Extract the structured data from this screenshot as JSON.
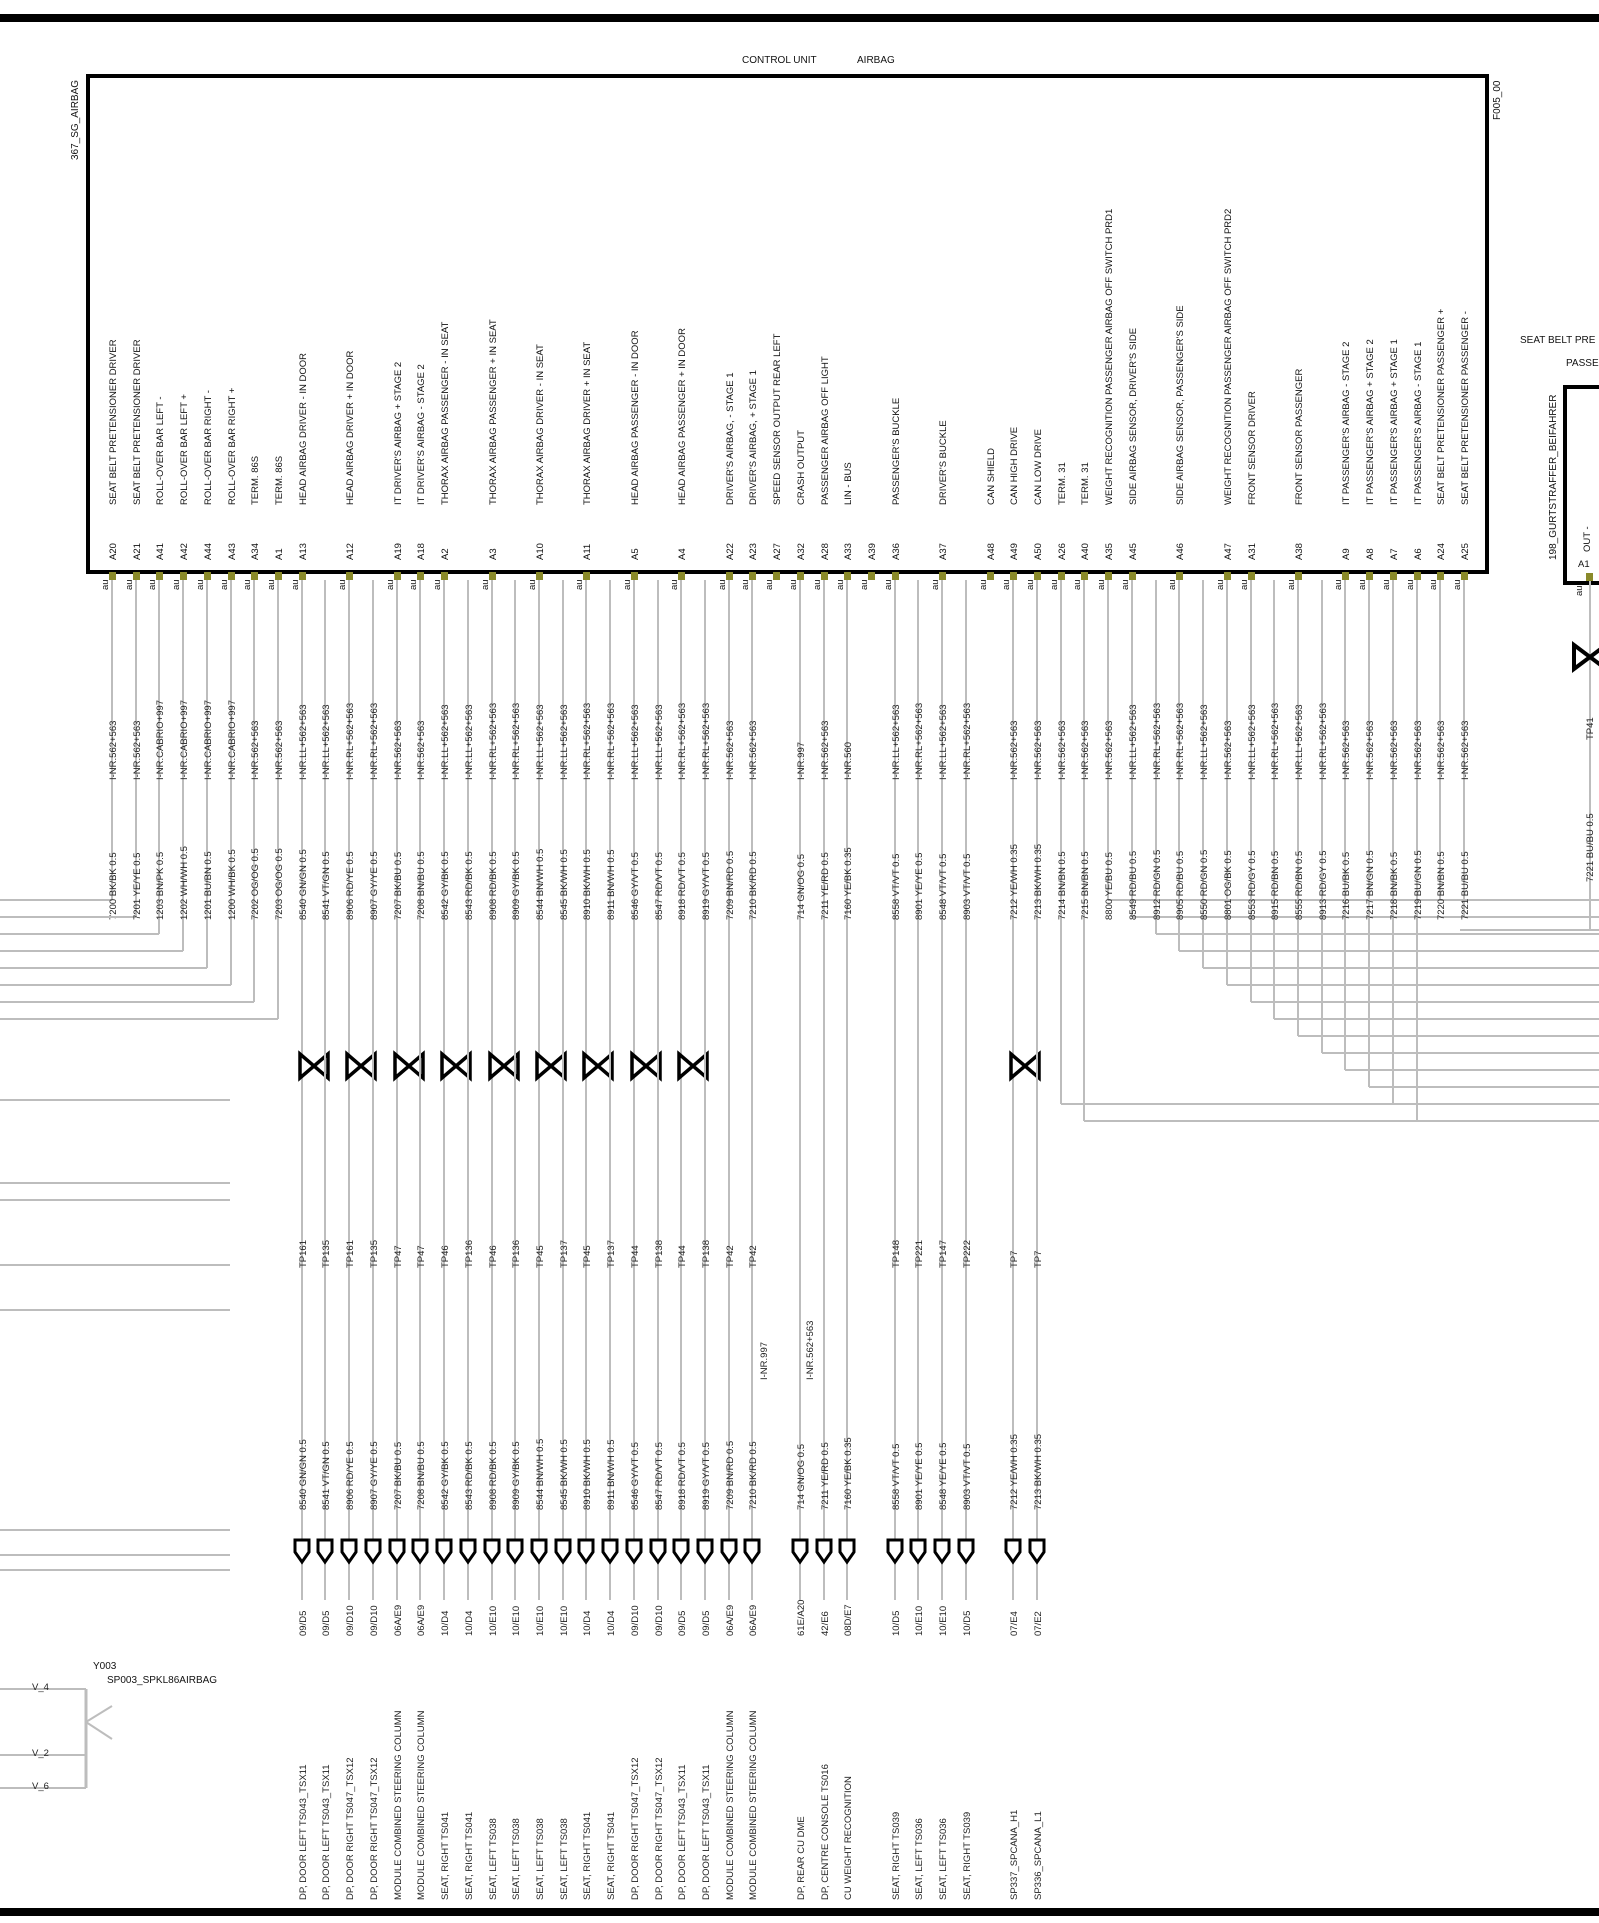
{
  "header": {
    "title": "CONTROL UNIT",
    "subtitle": "AIRBAG",
    "component_id": "367_SG_AIRBAG",
    "sheet_id": "F005_00"
  },
  "right_component": {
    "title_line1": "SEAT BELT PRE",
    "title_line2": "PASSE",
    "id": "198_GURTSTRAFFER_BEIFAHRER",
    "pin_label": "OUT  -",
    "pin": "A1",
    "wire": "7221 BU/BU 0.5",
    "tp": "TP41"
  },
  "splice": {
    "id": "Y003",
    "name": "SP003_SPKL86AIRBAG",
    "labels": [
      "V_4",
      "V_2",
      "V_6"
    ]
  },
  "colors": {
    "wire": "#bdbdbd",
    "border": "#000000",
    "terminal": "#8a8a2a"
  },
  "pins": [
    {
      "pin": "A20",
      "label": "SEAT BELT PRETENSIONER  DRIVER",
      "wire": "7200 BK/BK 0.5",
      "conn": "I-NR.562+563",
      "hop": false,
      "tp": "",
      "dest_wire": "",
      "loc": "",
      "dest": ""
    },
    {
      "pin": "A21",
      "label": "SEAT BELT PRETENSIONER  DRIVER",
      "wire": "7201 YE/YE 0.5",
      "conn": "I-NR.562+563",
      "hop": false,
      "tp": "",
      "dest_wire": "",
      "loc": "",
      "dest": ""
    },
    {
      "pin": "A41",
      "label": "ROLL-OVER BAR        LEFT    -",
      "wire": "1203 BN/PK 0.5",
      "conn": "I-NR.CABRIO+997",
      "hop": false,
      "tp": "",
      "dest_wire": "",
      "loc": "",
      "dest": ""
    },
    {
      "pin": "A42",
      "label": "ROLL-OVER BAR        LEFT    +",
      "wire": "1202 WH/WH 0.5",
      "conn": "I-NR.CABRIO+997",
      "hop": false,
      "tp": "",
      "dest_wire": "",
      "loc": "",
      "dest": ""
    },
    {
      "pin": "A44",
      "label": "ROLL-OVER BAR        RIGHT      -",
      "wire": "1201 BU/BN 0.5",
      "conn": "I-NR.CABRIO+997",
      "hop": false,
      "tp": "",
      "dest_wire": "",
      "loc": "",
      "dest": ""
    },
    {
      "pin": "A43",
      "label": "ROLL-OVER BAR        RIGHT      +",
      "wire": "1200 WH/BK 0.5",
      "conn": "I-NR.CABRIO+997",
      "hop": false,
      "tp": "",
      "dest_wire": "",
      "loc": "",
      "dest": ""
    },
    {
      "pin": "A34",
      "label": "TERM. 86S",
      "wire": "7202 OG/OG 0.5",
      "conn": "I-NR.562+563",
      "hop": false,
      "tp": "",
      "dest_wire": "",
      "loc": "",
      "dest": ""
    },
    {
      "pin": "A1",
      "label": "TERM. 86S",
      "wire": "7203 OG/OG 0.5",
      "conn": "I-NR.562+563",
      "hop": false,
      "tp": "",
      "dest_wire": "",
      "loc": "",
      "dest": ""
    },
    {
      "pin": "A13",
      "label": "HEAD  AIRBAG     DRIVER     -     IN DOOR",
      "wire": "8540 GN/GN 0.5",
      "conn": "I-NR.LL+562+563",
      "hop": true,
      "tp": "TP161",
      "dest_wire": "8540 GN/GN 0.5",
      "loc": "09/D5",
      "dest": "DP, DOOR LEFT   TS043_TSX11"
    },
    {
      "pin": "",
      "label": "",
      "wire": "8541 VT/GN 0.5",
      "conn": "I-NR.LL+562+563",
      "hop": false,
      "tp": "TP135",
      "dest_wire": "8541 VT/GN 0.5",
      "loc": "09/D5",
      "dest": "DP, DOOR LEFT   TS043_TSX11"
    },
    {
      "pin": "A12",
      "label": "HEAD  AIRBAG     DRIVER     +     IN DOOR",
      "wire": "8906 RD/YE 0.5",
      "conn": "I-NR.RL+562+563",
      "hop": true,
      "tp": "TP161",
      "dest_wire": "8906 RD/YE 0.5",
      "loc": "09/D10",
      "dest": "DP, DOOR RIGHT   TS047_TSX12"
    },
    {
      "pin": "",
      "label": "",
      "wire": "8907 GY/YE 0.5",
      "conn": "I-NR.RL+562+563",
      "hop": false,
      "tp": "TP135",
      "dest_wire": "8907 GY/YE 0.5",
      "loc": "09/D10",
      "dest": "DP, DOOR RIGHT   TS047_TSX12"
    },
    {
      "pin": "A19",
      "label": "IT DRIVER'S AIRBAG +          STAGE 2",
      "wire": "7207 BK/BU 0.5",
      "conn": "I-NR.562+563",
      "hop": true,
      "tp": "TP47",
      "dest_wire": "7207 BK/BU 0.5",
      "loc": "06A/E9",
      "dest": "MODULE  COMBINED STEERING COLUMN"
    },
    {
      "pin": "A18",
      "label": "IT DRIVER'S AIRBAG -          STAGE 2",
      "wire": "7208 BN/BU 0.5",
      "conn": "I-NR.562+563",
      "hop": false,
      "tp": "TP47",
      "dest_wire": "7208 BN/BU 0.5",
      "loc": "06A/E9",
      "dest": "MODULE  COMBINED STEERING COLUMN"
    },
    {
      "pin": "A2",
      "label": "THORAX AIRBAG     PASSENGER    -     IN SEAT",
      "wire": "8542 GY/BK 0.5",
      "conn": "I-NR.LL+562+563",
      "hop": true,
      "tp": "TP46",
      "dest_wire": "8542 GY/BK 0.5",
      "loc": "10/D4",
      "dest": "SEAT, RIGHT   TS041"
    },
    {
      "pin": "",
      "label": "",
      "wire": "8543 RD/BK 0.5",
      "conn": "I-NR.LL+562+563",
      "hop": false,
      "tp": "TP136",
      "dest_wire": "8543 RD/BK 0.5",
      "loc": "10/D4",
      "dest": "SEAT, RIGHT   TS041"
    },
    {
      "pin": "A3",
      "label": "THORAX AIRBAG     PASSENGER    +     IN SEAT",
      "wire": "8908 RD/BK 0.5",
      "conn": "I-NR.RL+562+563",
      "hop": true,
      "tp": "TP46",
      "dest_wire": "8908 RD/BK 0.5",
      "loc": "10/E10",
      "dest": "SEAT, LEFT   TS038"
    },
    {
      "pin": "",
      "label": "",
      "wire": "8909 GY/BK 0.5",
      "conn": "I-NR.RL+562+563",
      "hop": false,
      "tp": "TP136",
      "dest_wire": "8909 GY/BK 0.5",
      "loc": "10/E10",
      "dest": "SEAT, LEFT   TS038"
    },
    {
      "pin": "A10",
      "label": "THORAX AIRBAG     DRIVER    -     IN SEAT",
      "wire": "8544 BN/WH 0.5",
      "conn": "I-NR.LL+562+563",
      "hop": true,
      "tp": "TP45",
      "dest_wire": "8544 BN/WH 0.5",
      "loc": "10/E10",
      "dest": "SEAT, LEFT   TS038"
    },
    {
      "pin": "",
      "label": "",
      "wire": "8545 BK/WH 0.5",
      "conn": "I-NR.LL+562+563",
      "hop": false,
      "tp": "TP137",
      "dest_wire": "8545 BK/WH 0.5",
      "loc": "10/E10",
      "dest": "SEAT, LEFT   TS038"
    },
    {
      "pin": "A11",
      "label": "THORAX AIRBAG     DRIVER    +     IN SEAT",
      "wire": "8910 BK/WH 0.5",
      "conn": "I-NR.RL+562+563",
      "hop": true,
      "tp": "TP45",
      "dest_wire": "8910 BK/WH 0.5",
      "loc": "10/D4",
      "dest": "SEAT, RIGHT   TS041"
    },
    {
      "pin": "",
      "label": "",
      "wire": "8911 BN/WH 0.5",
      "conn": "I-NR.RL+562+563",
      "hop": false,
      "tp": "TP137",
      "dest_wire": "8911 BN/WH 0.5",
      "loc": "10/D4",
      "dest": "SEAT, RIGHT   TS041"
    },
    {
      "pin": "A5",
      "label": "HEAD AIRBAG     PASSENGER    -     IN DOOR",
      "wire": "8546 GY/VT 0.5",
      "conn": "I-NR.LL+562+563",
      "hop": true,
      "tp": "TP44",
      "dest_wire": "8546 GY/VT 0.5",
      "loc": "09/D10",
      "dest": "DP, DOOR RIGHT   TS047_TSX12"
    },
    {
      "pin": "",
      "label": "",
      "wire": "8547 RD/VT 0.5",
      "conn": "I-NR.LL+562+563",
      "hop": false,
      "tp": "TP138",
      "dest_wire": "8547 RD/VT 0.5",
      "loc": "09/D10",
      "dest": "DP, DOOR RIGHT   TS047_TSX12"
    },
    {
      "pin": "A4",
      "label": "HEAD  AIRBAG     PASSENGER    +     IN DOOR",
      "wire": "8918 RD/VT 0.5",
      "conn": "I-NR.RL+562+563",
      "hop": true,
      "tp": "TP44",
      "dest_wire": "8918 RD/VT 0.5",
      "loc": "09/D5",
      "dest": "DP, DOOR LEFT   TS043_TSX11"
    },
    {
      "pin": "",
      "label": "",
      "wire": "8919 GY/VT 0.5",
      "conn": "I-NR.RL+562+563",
      "hop": false,
      "tp": "TP138",
      "dest_wire": "8919 GY/VT 0.5",
      "loc": "09/D5",
      "dest": "DP, DOOR LEFT   TS043_TSX11"
    },
    {
      "pin": "A22",
      "label": "DRIVER'S AIRBAG,   -    STAGE 1",
      "wire": "7209 BN/RD 0.5",
      "conn": "I-NR.562+563",
      "hop": false,
      "tp": "TP42",
      "dest_wire": "7209 BN/RD 0.5",
      "loc": "06A/E9",
      "dest": "MODULE  COMBINED STEERING COLUMN"
    },
    {
      "pin": "A23",
      "label": "DRIVER'S AIRBAG,   +    STAGE 1",
      "wire": "7210 BK/RD 0.5",
      "conn": "I-NR.562+563",
      "hop": false,
      "tp": "TP42",
      "dest_wire": "7210 BK/RD 0.5",
      "loc": "06A/E9",
      "dest": "MODULE  COMBINED STEERING COLUMN"
    },
    {
      "pin": "A27",
      "label": "SPEED SENSOR OUTPUT    REAR LEFT",
      "wire": "",
      "conn": "",
      "hop": false,
      "tp": "",
      "dest_wire": "",
      "loc": "",
      "dest": ""
    },
    {
      "pin": "A32",
      "label": "CRASH OUTPUT",
      "wire": "714 GN/OG 0.5",
      "conn": "I-NR.997",
      "hop": false,
      "tp": "",
      "dest_wire": "714 GN/OG 0.5",
      "loc": "61E/A20",
      "dest": "DP, REAR    CU DME"
    },
    {
      "pin": "A28",
      "label": "PASSENGER    AIRBAG    OFF         LIGHT",
      "wire": "7211 YE/RD 0.5",
      "conn": "I-NR.562+563",
      "hop": false,
      "tp": "",
      "dest_wire": "7211 YE/RD 0.5",
      "loc": "42/E6",
      "dest": "DP, CENTRE CONSOLE TS016"
    },
    {
      "pin": "A33",
      "label": "LIN    -    BUS",
      "wire": "7160 YE/BK 0.35",
      "conn": "I-NR.560",
      "hop": false,
      "tp": "",
      "dest_wire": "7160 YE/BK 0.35",
      "loc": "08D/E7",
      "dest": "CU WEIGHT RECOGNITION"
    },
    {
      "pin": "A39",
      "label": "",
      "wire": "",
      "conn": "",
      "hop": false,
      "tp": "",
      "dest_wire": "",
      "loc": "",
      "dest": ""
    },
    {
      "pin": "A36",
      "label": "PASSENGER'S          BUCKLE",
      "wire": "8558 VT/VT 0.5",
      "conn": "I-NR.LL+562+563",
      "hop": false,
      "tp": "TP148",
      "dest_wire": "8558 VT/VT 0.5",
      "loc": "10/D5",
      "dest": "SEAT, RIGHT   TS039"
    },
    {
      "pin": "",
      "label": "",
      "wire": "8901 YE/YE 0.5",
      "conn": "I-NR.RL+562+563",
      "hop": false,
      "tp": "TP221",
      "dest_wire": "8901 YE/YE 0.5",
      "loc": "10/E10",
      "dest": "SEAT, LEFT   TS036"
    },
    {
      "pin": "A37",
      "label": "DRIVER'S               BUCKLE",
      "wire": "8548 VT/VT 0.5",
      "conn": "I-NR.LL+562+563",
      "hop": false,
      "tp": "TP147",
      "dest_wire": "8548 YE/YE 0.5",
      "loc": "10/E10",
      "dest": "SEAT, LEFT   TS036"
    },
    {
      "pin": "",
      "label": "",
      "wire": "8903 VT/VT 0.5",
      "conn": "I-NR.RL+562+563",
      "hop": false,
      "tp": "TP222",
      "dest_wire": "8903 VT/VT 0.5",
      "loc": "10/D5",
      "dest": "SEAT, RIGHT   TS039"
    },
    {
      "pin": "A48",
      "label": "CAN   SHIELD",
      "wire": "",
      "conn": "",
      "hop": false,
      "tp": "",
      "dest_wire": "",
      "loc": "",
      "dest": ""
    },
    {
      "pin": "A49",
      "label": "CAN HIGH      DRIVE",
      "wire": "7212 YE/WH 0.35",
      "conn": "I-NR.562+563",
      "hop": true,
      "tp": "TP7",
      "dest_wire": "7212 YE/WH 0.35",
      "loc": "07/E4",
      "dest": "SP337_SPCANA_H1"
    },
    {
      "pin": "A50",
      "label": "CAN LOW        DRIVE",
      "wire": "7213 BK/WH 0.35",
      "conn": "I-NR.562+563",
      "hop": false,
      "tp": "TP7",
      "dest_wire": "7213 BK/WH 0.35",
      "loc": "07/E2",
      "dest": "SP336_SPCANA_L1"
    },
    {
      "pin": "A26",
      "label": "TERM. 31",
      "wire": "7214 BN/BN 0.5",
      "conn": "I-NR.562+563",
      "hop": false,
      "tp": "",
      "dest_wire": "",
      "loc": "",
      "dest": ""
    },
    {
      "pin": "A40",
      "label": "TERM. 31",
      "wire": "7215 BN/BN 0.5",
      "conn": "I-NR.562+563",
      "hop": false,
      "tp": "",
      "dest_wire": "",
      "loc": "",
      "dest": ""
    },
    {
      "pin": "A35",
      "label": "WEIGHT  RECOGNITION  PASSENGER    AIRBAG  OFF      SWITCH   PRD1",
      "wire": "8800 YE/BU 0.5",
      "conn": "I-NR.562+563",
      "hop": false,
      "tp": "",
      "dest_wire": "",
      "loc": "",
      "dest": ""
    },
    {
      "pin": "A45",
      "label": "SIDE AIRBAG   SENSOR,  DRIVER'S  SIDE",
      "wire": "8549 RD/BU 0.5",
      "conn": "I-NR.LL+562+563",
      "hop": false,
      "tp": "",
      "dest_wire": "",
      "loc": "",
      "dest": ""
    },
    {
      "pin": "",
      "label": "",
      "wire": "8912 RD/GN 0.5",
      "conn": "I-NR.RL+562+563",
      "hop": false,
      "tp": "",
      "dest_wire": "",
      "loc": "",
      "dest": ""
    },
    {
      "pin": "A46",
      "label": "SIDE AIRBAG   SENSOR, PASSENGER'S  SIDE",
      "wire": "8905 RD/BU 0.5",
      "conn": "I-NR.RL+562+563",
      "hop": false,
      "tp": "",
      "dest_wire": "",
      "loc": "",
      "dest": ""
    },
    {
      "pin": "",
      "label": "",
      "wire": "8550 RD/GN 0.5",
      "conn": "I-NR.LL+562+563",
      "hop": false,
      "tp": "",
      "dest_wire": "",
      "loc": "",
      "dest": ""
    },
    {
      "pin": "A47",
      "label": "WEIGHT  RECOGNITION  PASSENGER    AIRBAG  OFF   SWITCH   PRD2",
      "wire": "8801 OG/BK 0.5",
      "conn": "I-NR.562+563",
      "hop": false,
      "tp": "",
      "dest_wire": "",
      "loc": "",
      "dest": ""
    },
    {
      "pin": "A31",
      "label": "FRONT SENSOR        DRIVER",
      "wire": "8553 RD/GY 0.5",
      "conn": "I-NR.LL+562+563",
      "hop": false,
      "tp": "",
      "dest_wire": "",
      "loc": "",
      "dest": ""
    },
    {
      "pin": "",
      "label": "",
      "wire": "8915 RD/BN 0.5",
      "conn": "I-NR.RL+562+563",
      "hop": false,
      "tp": "",
      "dest_wire": "",
      "loc": "",
      "dest": ""
    },
    {
      "pin": "A38",
      "label": "FRONT SENSOR        PASSENGER",
      "wire": "8555 RD/BN 0.5",
      "conn": "I-NR.LL+562+563",
      "hop": false,
      "tp": "",
      "dest_wire": "",
      "loc": "",
      "dest": ""
    },
    {
      "pin": "",
      "label": "",
      "wire": "8913 RD/GY 0.5",
      "conn": "I-NR.RL+562+563",
      "hop": false,
      "tp": "",
      "dest_wire": "",
      "loc": "",
      "dest": ""
    },
    {
      "pin": "A9",
      "label": "IT PASSENGER'S AIRBAG -          STAGE 2",
      "wire": "7216 BU/BK 0.5",
      "conn": "I-NR.562+563",
      "hop": false,
      "tp": "",
      "dest_wire": "",
      "loc": "",
      "dest": ""
    },
    {
      "pin": "A8",
      "label": "IT  PASSENGER'S AIRBAG +         STAGE 2",
      "wire": "7217 BN/GN 0.5",
      "conn": "I-NR.562+563",
      "hop": false,
      "tp": "",
      "dest_wire": "",
      "loc": "",
      "dest": ""
    },
    {
      "pin": "A7",
      "label": "IT  PASSENGER'S AIRBAG +         STAGE 1",
      "wire": "7218 BN/BK 0.5",
      "conn": "I-NR.562+563",
      "hop": false,
      "tp": "",
      "dest_wire": "",
      "loc": "",
      "dest": ""
    },
    {
      "pin": "A6",
      "label": "IT PASSENGER'S AIRBAG -          STAGE 1",
      "wire": "7219 BU/GN 0.5",
      "conn": "I-NR.562+563",
      "hop": false,
      "tp": "",
      "dest_wire": "",
      "loc": "",
      "dest": ""
    },
    {
      "pin": "A24",
      "label": "SEAT BELT PRETENSIONER    PASSENGER    +",
      "wire": "7220 BN/BN 0.5",
      "conn": "I-NR.562+563",
      "hop": false,
      "tp": "",
      "dest_wire": "",
      "loc": "",
      "dest": ""
    },
    {
      "pin": "A25",
      "label": "SEAT BELT PRETENSIONER    PASSENGER    -",
      "wire": "7221 BU/BU 0.5",
      "conn": "I-NR.562+563",
      "hop": false,
      "tp": "",
      "dest_wire": "",
      "loc": "",
      "dest": ""
    }
  ],
  "detached_connectors": [
    {
      "text": "I-NR.997"
    },
    {
      "text": "I-NR.562+563"
    }
  ]
}
